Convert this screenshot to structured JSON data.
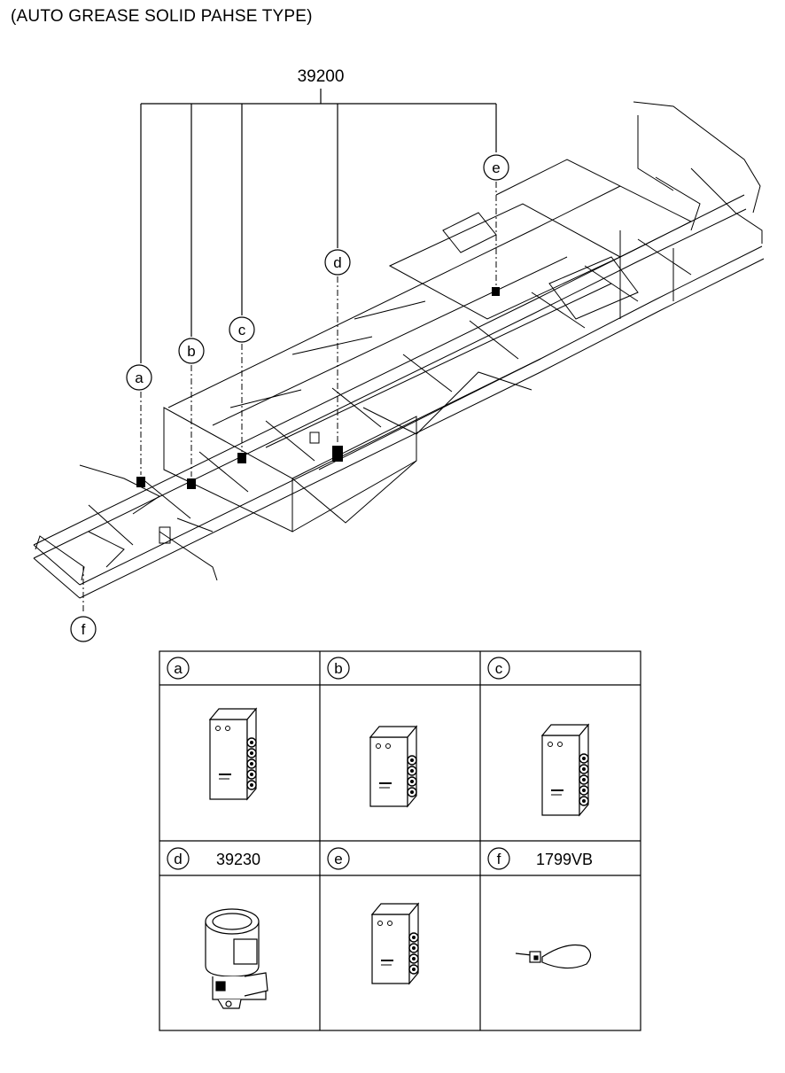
{
  "title": "(AUTO GREASE SOLID PAHSE TYPE)",
  "main_part_number": "39200",
  "callouts": [
    {
      "letter": "a"
    },
    {
      "letter": "b"
    },
    {
      "letter": "c"
    },
    {
      "letter": "d"
    },
    {
      "letter": "e"
    },
    {
      "letter": "f"
    }
  ],
  "table": {
    "cells": [
      {
        "letter": "a",
        "part_number": ""
      },
      {
        "letter": "b",
        "part_number": ""
      },
      {
        "letter": "c",
        "part_number": ""
      },
      {
        "letter": "d",
        "part_number": "39230"
      },
      {
        "letter": "e",
        "part_number": ""
      },
      {
        "letter": "f",
        "part_number": "1799VB"
      }
    ]
  },
  "icons": {
    "frame": "chassis-frame-drawing",
    "block": "distribution-block-icon",
    "pump": "grease-pump-icon",
    "tie": "cable-tie-icon"
  }
}
